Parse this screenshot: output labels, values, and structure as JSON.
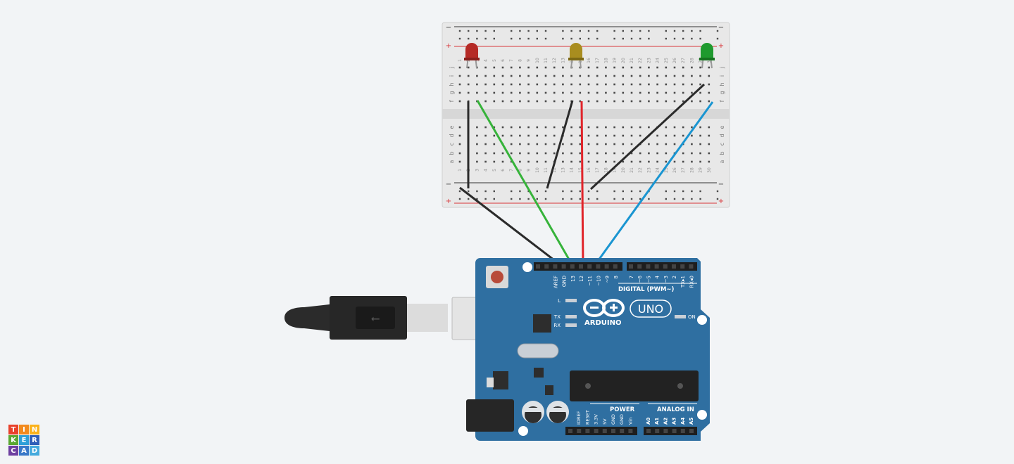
{
  "app": {
    "logo_letters": [
      "T",
      "I",
      "N",
      "K",
      "E",
      "R",
      "C",
      "A",
      "D"
    ],
    "logo_colors": [
      "#e8412b",
      "#f28a1e",
      "#fbb21b",
      "#5aa832",
      "#2f9fd8",
      "#2f5fb8",
      "#6d3fa0",
      "#3a78c8",
      "#44aadd"
    ]
  },
  "breadboard": {
    "column_numbers": [
      "1",
      "2",
      "3",
      "4",
      "5",
      "6",
      "7",
      "8",
      "9",
      "10",
      "11",
      "12",
      "13",
      "14",
      "15",
      "16",
      "17",
      "18",
      "19",
      "20",
      "21",
      "22",
      "23",
      "24",
      "25",
      "26",
      "27",
      "28",
      "29",
      "30"
    ],
    "top_rows": [
      "j",
      "i",
      "h",
      "g",
      "f"
    ],
    "bottom_rows": [
      "e",
      "d",
      "c",
      "b",
      "a"
    ],
    "rail_minus": "−",
    "rail_plus": "+"
  },
  "leds": [
    {
      "name": "red-led",
      "color": "#b52a26"
    },
    {
      "name": "yellow-led",
      "color": "#a98d1f"
    },
    {
      "name": "green-led",
      "color": "#1f9a2e"
    }
  ],
  "wires": {
    "black": "#2b2b2b",
    "green": "#36b33a",
    "red": "#e0252b",
    "blue": "#1a95d1"
  },
  "arduino": {
    "digital_pins": [
      "AREF",
      "GND",
      "13",
      "12",
      "~11",
      "~10",
      "~9",
      "8",
      "7",
      "~6",
      "~5",
      "4",
      "~3",
      "2",
      "TX▸1",
      "RX◂0"
    ],
    "digital_label": "DIGITAL (PWM~)",
    "led_labels": [
      "L",
      "TX",
      "RX"
    ],
    "brand": "ARDUINO",
    "model": "UNO",
    "on_label": "ON",
    "power_label": "POWER",
    "analog_label": "ANALOG IN",
    "power_pins": [
      "IOREF",
      "RESET",
      "3.3V",
      "5V",
      "GND",
      "GND",
      "Vin"
    ],
    "analog_pins": [
      "A0",
      "A1",
      "A2",
      "A3",
      "A4",
      "A5"
    ],
    "board_color": "#2f6fa1"
  }
}
